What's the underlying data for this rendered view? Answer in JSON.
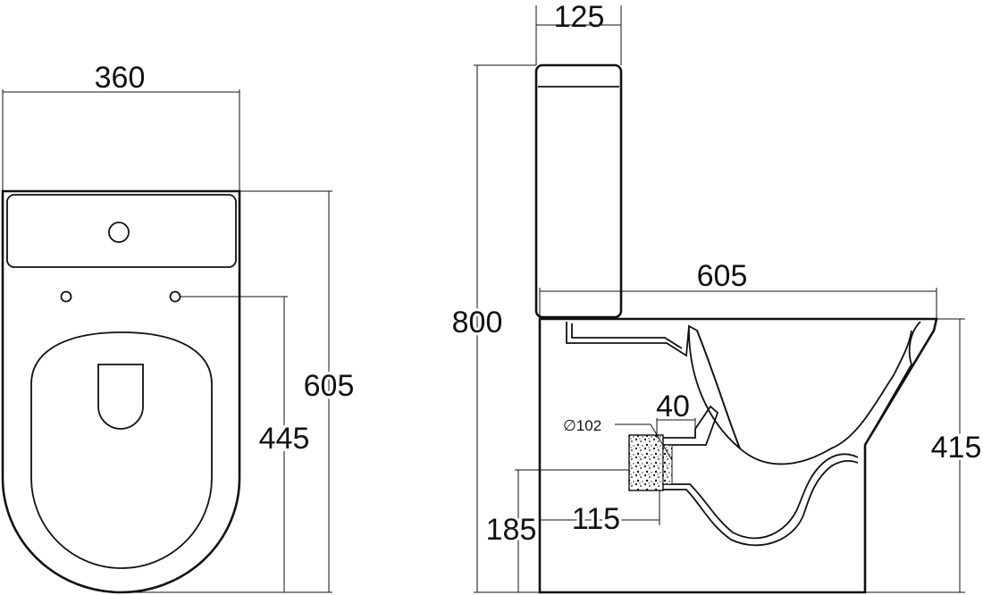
{
  "drawing": {
    "ink_color": "#111111",
    "background": "#ffffff"
  },
  "top_view": {
    "width_label": "360",
    "depth_label": "605",
    "fixing_distance_label": "445"
  },
  "side_view": {
    "cistern_depth_label": "125",
    "total_height_label": "800",
    "pan_depth_label": "605",
    "pan_height_label": "415",
    "outlet_diameter_label": "∅102",
    "outlet_inset_label": "40",
    "outlet_offset_label": "115",
    "outlet_height_label": "185"
  }
}
